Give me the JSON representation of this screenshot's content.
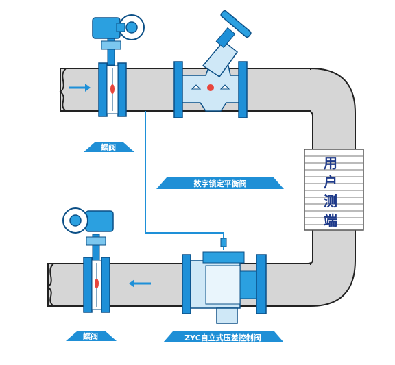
{
  "labels": {
    "butterfly_valve_top": "蝶阀",
    "digital_balance_valve": "数字锁定平衡阀",
    "butterfly_valve_bottom": "蝶阀",
    "pressure_control_valve": "ZYC自立式压差控制阀"
  },
  "user_side": {
    "chars": [
      "用",
      "户",
      "测",
      "端"
    ]
  },
  "colors": {
    "pipe": "#d6d6d6",
    "pipe_edge": "#222222",
    "flange": "#1e90d8",
    "valve_body": "#cfe8f7",
    "label_bg": "#1f8fd6",
    "actuator": "#2ba0e0"
  },
  "icons": {
    "flow_in": "arrow-right-icon",
    "flow_out": "arrow-left-icon"
  }
}
